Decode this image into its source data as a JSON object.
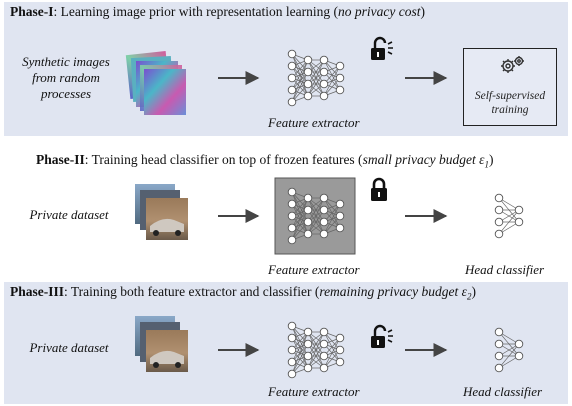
{
  "phase1": {
    "title_bold": "Phase-I",
    "title_text": ": Learning image prior with representation learning (",
    "title_italic": "no privacy cost",
    "title_close": ")",
    "source_label": "Synthetic images from random processes",
    "extractor_label": "Feature extractor",
    "training_label": "Self-supervised training",
    "lock_state": "unlocked"
  },
  "phase2": {
    "title_bold": "Phase-II",
    "title_text": ": Training head classifier on top of frozen features (",
    "title_italic": "small privacy budget ε",
    "title_sub": "1",
    "title_close": ")",
    "source_label": "Private dataset",
    "extractor_label": "Feature extractor",
    "head_label": "Head classifier",
    "lock_state": "locked"
  },
  "phase3": {
    "title_bold": "Phase-III",
    "title_text": ": Training both feature extractor and classifier (",
    "title_italic": "remaining privacy budget ε",
    "title_sub": "2",
    "title_close": ")",
    "source_label": "Private dataset",
    "extractor_label": "Feature extractor",
    "head_label": "Head classifier",
    "lock_state": "unlocked"
  },
  "colors": {
    "panel_bg": "#e0e5f1",
    "frozen_box": "#9a9a9a",
    "arrow": "#444444"
  },
  "icons": [
    "image-stack-icon",
    "neural-network-icon",
    "lock-icon",
    "unlock-icon",
    "gears-icon",
    "arrow-icon"
  ]
}
